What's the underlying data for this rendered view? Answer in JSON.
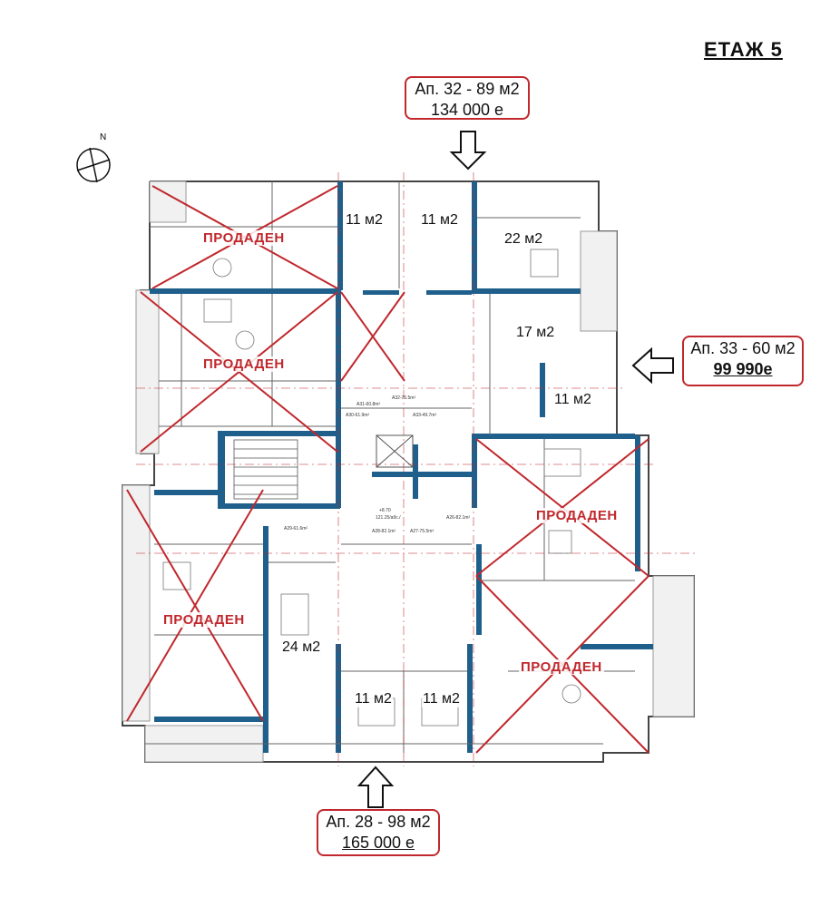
{
  "floor_title": "ЕТАЖ 5",
  "compass_label": "N",
  "callouts": {
    "top": {
      "line1": "Ап. 32 - 89 м2",
      "line2": "134 000 е"
    },
    "right": {
      "line1": "Ап. 33 - 60 м2",
      "line2": "99 990е"
    },
    "bottom": {
      "line1": "Ап. 28 - 98 м2",
      "line2": "165 000 е"
    }
  },
  "sold_label": "ПРОДАДЕН",
  "room_areas": {
    "r1": "11 м2",
    "r2": "11 м2",
    "r3": "22 м2",
    "r4": "17 м2",
    "r5": "11 м2",
    "r6": "24 м2",
    "r7": "11 м2",
    "r8": "11 м2"
  },
  "unit_tags": {
    "a31": "A31-60.8m²",
    "a32": "A32-75.5m²",
    "a30": "A30-61.9m²",
    "a33": "A33-49.7m²",
    "a29": "A29-61.6m²",
    "a28": "A28-82.1m²",
    "a27": "A27-75.5m²",
    "a26": "A26-82.1m²",
    "elev": "+8.70",
    "elev2": "121.25/абс./"
  },
  "colors": {
    "accent_red": "#c0282d",
    "wall_blue": "#1f5f8b",
    "line": "#555555"
  }
}
